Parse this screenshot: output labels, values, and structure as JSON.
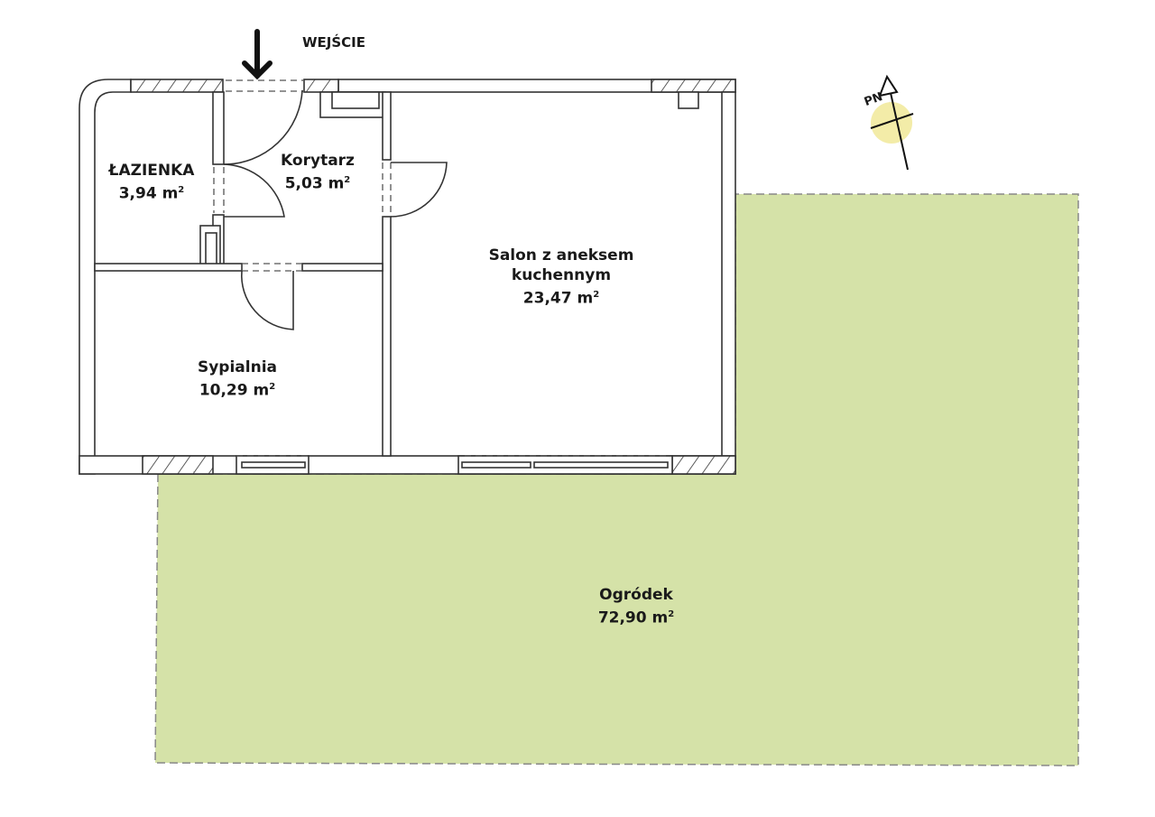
{
  "plan": {
    "entrance_label": "WEJŚCIE",
    "north_label": "PN",
    "rooms": [
      {
        "name": "ŁAZIENKA",
        "area": "3,94 m",
        "unit_sup": "2"
      },
      {
        "name": "Korytarz",
        "area": "5,03 m",
        "unit_sup": "2"
      },
      {
        "name": "Salon z aneksem",
        "name2": "kuchennym",
        "area": "23,47 m",
        "unit_sup": "2"
      },
      {
        "name": "Sypialnia",
        "area": "10,29 m",
        "unit_sup": "2"
      },
      {
        "name": "Ogródek",
        "area": "72,90 m",
        "unit_sup": "2"
      }
    ]
  },
  "colors": {
    "garden": "#d5e2a8",
    "walls": "#333333",
    "compass_dot": "#f3eca8"
  }
}
